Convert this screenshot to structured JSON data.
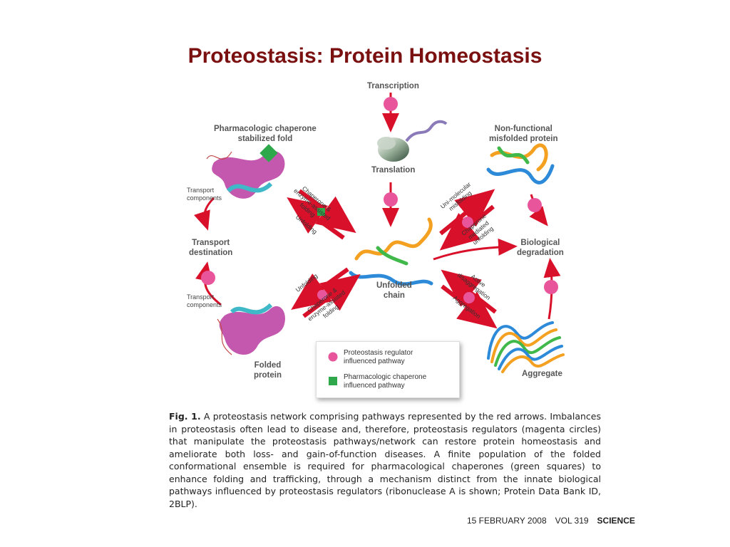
{
  "title": "Proteostasis: Protein Homeostasis",
  "diagram": {
    "labels": {
      "transcription": "Transcription",
      "translation": "Translation",
      "pharm_fold_1": "Pharmacologic chaperone",
      "pharm_fold_2": "stabilized fold",
      "nonfunc_1": "Non-functional",
      "nonfunc_2": "misfolded protein",
      "transport_comp_top_1": "Transport",
      "transport_comp_top_2": "components",
      "transport_dest_1": "Transport",
      "transport_dest_2": "destination",
      "transport_comp_bot_1": "Transport",
      "transport_comp_bot_2": "components",
      "unfolded_1": "Unfolded",
      "unfolded_2": "chain",
      "bio_deg_1": "Biological",
      "bio_deg_2": "degradation",
      "folded_1": "Folded",
      "folded_2": "protein",
      "aggregate": "Aggregate",
      "chap_enzyme_top_1": "Chaperone &",
      "chap_enzyme_top_2": "enzyme-assisted",
      "chap_enzyme_top_3": "folding",
      "unfolding_top": "Unfolding",
      "unfolding_bot": "Unfolding",
      "chap_enzyme_bot_1": "Chaperone &",
      "chap_enzyme_bot_2": "enzyme-assisted",
      "chap_enzyme_bot_3": "folding",
      "unimolecular_1": "Uni-molecular",
      "unimolecular_2": "misfolding",
      "chap_mediated_1": "Chaperone",
      "chap_mediated_2": "mediated",
      "chap_mediated_3": "unfolding",
      "active_disagg_1": "Active",
      "active_disagg_2": "disaggregation",
      "aggregation": "Aggregation"
    },
    "legend": {
      "regulator_1": "Proteostasis regulator",
      "regulator_2": "influenced pathway",
      "chaperone_1": "Pharmacologic chaperone",
      "chaperone_2": "influenced pathway"
    },
    "colors": {
      "arrow": "#d8102a",
      "regulator": "#e8559a",
      "chaperone": "#2ea84a"
    }
  },
  "caption": {
    "label": "Fig. 1.",
    "text": "A proteostasis network comprising pathways represented by the red arrows. Imbalances in proteostasis often lead to disease and, therefore, proteostasis regulators (magenta circles) that manipulate the proteostasis pathways/network can restore protein homeostasis and ameliorate both loss- and gain-of-function diseases. A finite population of the folded conformational ensemble is required for pharmacological chaperones (green squares) to enhance folding and trafficking, through a mechanism distinct from the innate biological pathways influenced by proteostasis regulators (ribonuclease A is shown; Protein Data Bank ID, 2BLP)."
  },
  "source": {
    "date": "15 FEBRUARY 2008",
    "volume": "VOL 319",
    "magazine": "SCIENCE"
  }
}
